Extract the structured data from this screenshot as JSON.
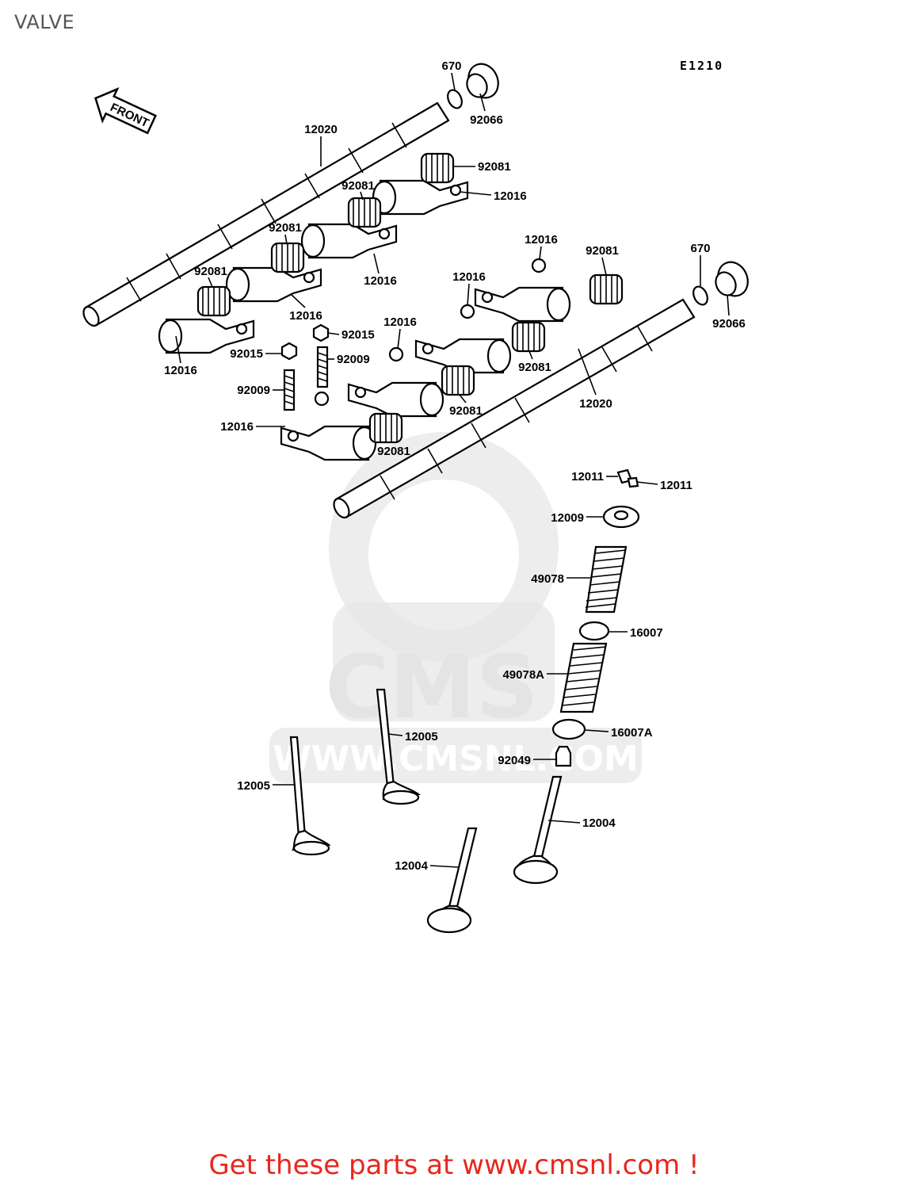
{
  "page": {
    "title": "VALVE"
  },
  "diagram": {
    "code": "E1210",
    "front_label": "FRONT",
    "watermark": {
      "brand": "CMS",
      "url": "WWW.CMSNL.COM"
    },
    "callouts": [
      {
        "id": "c1",
        "text": "670"
      },
      {
        "id": "c2",
        "text": "92066"
      },
      {
        "id": "c3",
        "text": "12020"
      },
      {
        "id": "c4",
        "text": "92081"
      },
      {
        "id": "c5",
        "text": "92081"
      },
      {
        "id": "c6",
        "text": "12016"
      },
      {
        "id": "c7",
        "text": "92081"
      },
      {
        "id": "c8",
        "text": "12016"
      },
      {
        "id": "c9",
        "text": "92081"
      },
      {
        "id": "c10",
        "text": "12016"
      },
      {
        "id": "c11",
        "text": "12016"
      },
      {
        "id": "c12",
        "text": "12016"
      },
      {
        "id": "c13",
        "text": "92081"
      },
      {
        "id": "c14",
        "text": "670"
      },
      {
        "id": "c15",
        "text": "92066"
      },
      {
        "id": "c16",
        "text": "12016"
      },
      {
        "id": "c17",
        "text": "92015"
      },
      {
        "id": "c18",
        "text": "92015"
      },
      {
        "id": "c19",
        "text": "12016"
      },
      {
        "id": "c20",
        "text": "92009"
      },
      {
        "id": "c21",
        "text": "92081"
      },
      {
        "id": "c22",
        "text": "92009"
      },
      {
        "id": "c23",
        "text": "12020"
      },
      {
        "id": "c24",
        "text": "92081"
      },
      {
        "id": "c25",
        "text": "12016"
      },
      {
        "id": "c26",
        "text": "92081"
      },
      {
        "id": "c27",
        "text": "12011"
      },
      {
        "id": "c28",
        "text": "12011"
      },
      {
        "id": "c29",
        "text": "12009"
      },
      {
        "id": "c30",
        "text": "49078"
      },
      {
        "id": "c31",
        "text": "16007"
      },
      {
        "id": "c32",
        "text": "49078A"
      },
      {
        "id": "c33",
        "text": "16007A"
      },
      {
        "id": "c34",
        "text": "12005"
      },
      {
        "id": "c35",
        "text": "92049"
      },
      {
        "id": "c36",
        "text": "12005"
      },
      {
        "id": "c37",
        "text": "12004"
      },
      {
        "id": "c38",
        "text": "12004"
      }
    ]
  },
  "footer": {
    "text": "Get these parts at www.cmsnl.com !"
  }
}
